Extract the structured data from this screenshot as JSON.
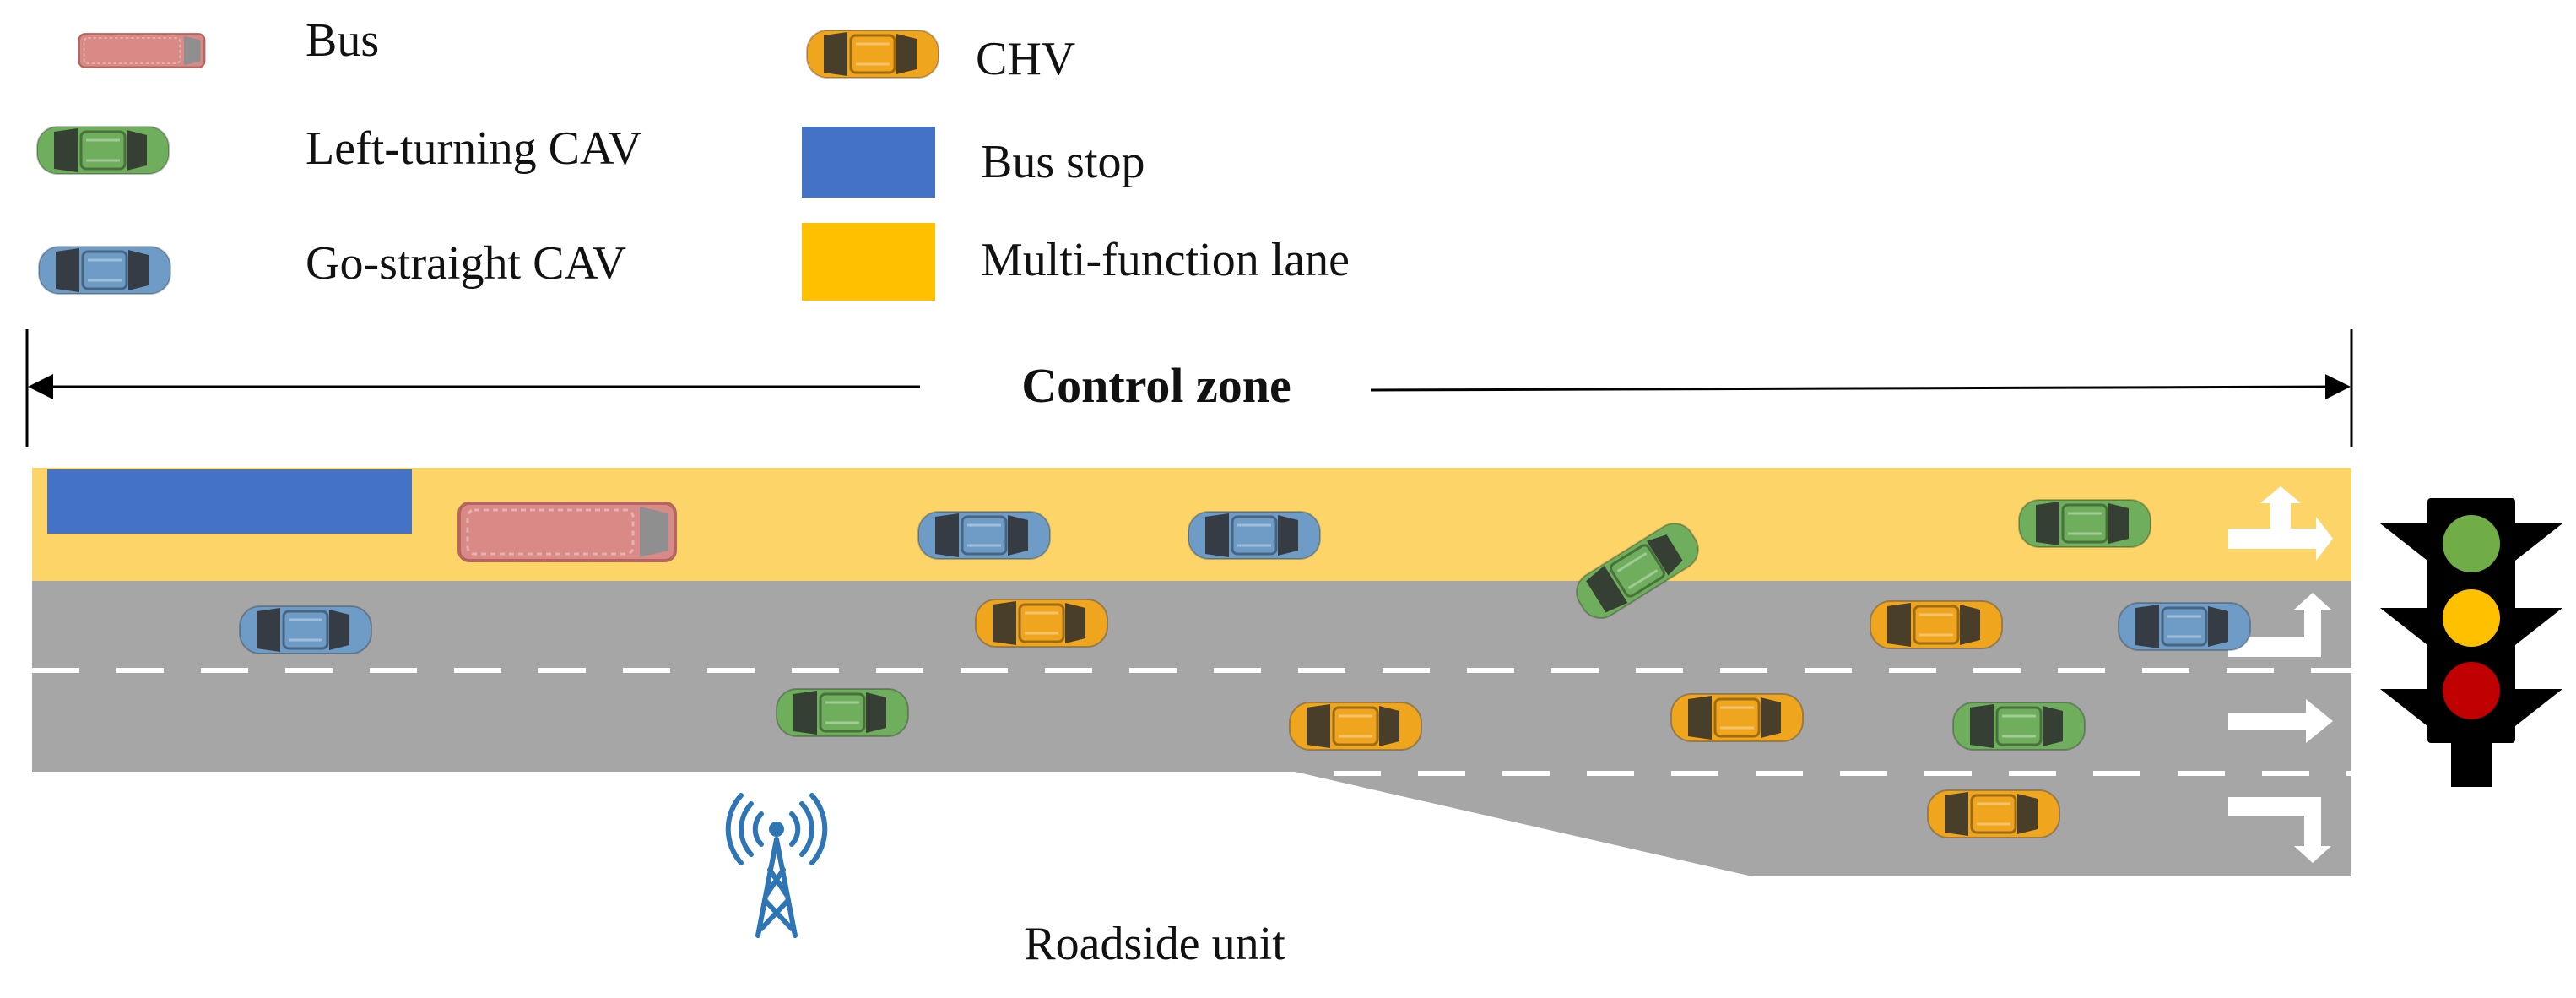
{
  "legend": {
    "bus": "Bus",
    "left_cav": "Left-turning CAV",
    "straight_cav": "Go-straight CAV",
    "chv": "CHV",
    "bus_stop": "Bus stop",
    "multi_lane": "Multi-function lane"
  },
  "control_zone_label": "Control zone",
  "roadside_unit_label": "Roadside unit",
  "colors": {
    "bus": "#d98a86",
    "left_cav": "#6fae5c",
    "straight_cav": "#6e9cc6",
    "chv": "#f0a51e",
    "bus_stop": "#4472c4",
    "multi_lane": "#fcd468",
    "road": "#a6a6a6",
    "lane_marking": "#ffffff",
    "rsu": "#2e75b6",
    "signal_green": "#70ad47",
    "signal_yellow": "#ffc000",
    "signal_red": "#c00000"
  },
  "icons": {
    "signal": "traffic-light-icon",
    "rsu": "radio-tower-icon",
    "arrows": [
      "straight-right-arrow-icon",
      "left-turn-arrow-icon",
      "straight-arrow-icon",
      "right-turn-arrow-icon"
    ]
  }
}
